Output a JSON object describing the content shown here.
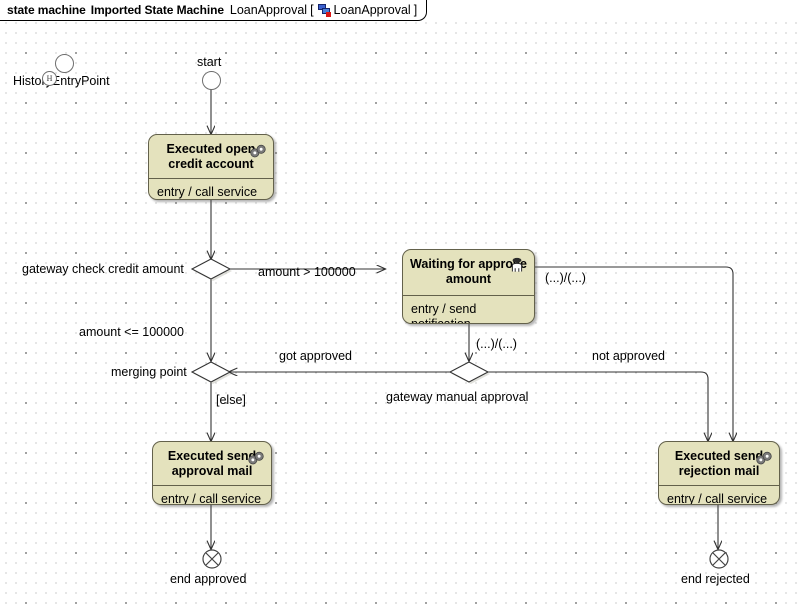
{
  "titlebar": {
    "keyword": "state machine",
    "diagram_name": "Imported State Machine",
    "context_name": "LoanApproval",
    "bracket_open": "[",
    "bracket_close": "]",
    "bracket_name": "LoanApproval",
    "icon": "state-machine-icon"
  },
  "nodes": {
    "history_entry_point": {
      "label": "HistoryEntryPoint",
      "shape": "entry-point-circle",
      "history_glyph": "H"
    },
    "start": {
      "label": "start",
      "shape": "initial-pseudostate-circle"
    },
    "open_credit_account": {
      "title": "Executed open credit account",
      "entry": "entry / call service",
      "icon": "gears-icon"
    },
    "waiting_for_approve": {
      "title": "Waiting for approve amount",
      "entry": "entry / send notification",
      "icon": "person-icon"
    },
    "send_approval_mail": {
      "title": "Executed send approval mail",
      "entry": "entry / call service",
      "icon": "gears-icon"
    },
    "send_rejection_mail": {
      "title": "Executed send rejection mail",
      "entry": "entry / call service",
      "icon": "gears-icon"
    },
    "gateway_check_credit": {
      "label": "gateway check credit amount",
      "shape": "decision-diamond"
    },
    "merging_point": {
      "label": "merging point",
      "shape": "merge-diamond"
    },
    "gateway_manual_approval": {
      "label": "gateway manual approval",
      "shape": "decision-diamond"
    },
    "end_approved": {
      "label": "end approved",
      "shape": "terminate-node"
    },
    "end_rejected": {
      "label": "end rejected",
      "shape": "terminate-node"
    }
  },
  "edge_labels": {
    "amount_gt": "amount > 100000",
    "amount_le": "amount <= 100000",
    "signal_right": "(...)/(...)",
    "signal_down": "(...)/(...)",
    "got_approved": "got approved",
    "not_approved": "not approved",
    "else": "[else]"
  },
  "colors": {
    "state_fill": "#e4e2bd",
    "state_border": "#63614b",
    "edge": "#333333",
    "grid_dot": "#9a9a9a",
    "canvas_bg": "#ffffff"
  }
}
